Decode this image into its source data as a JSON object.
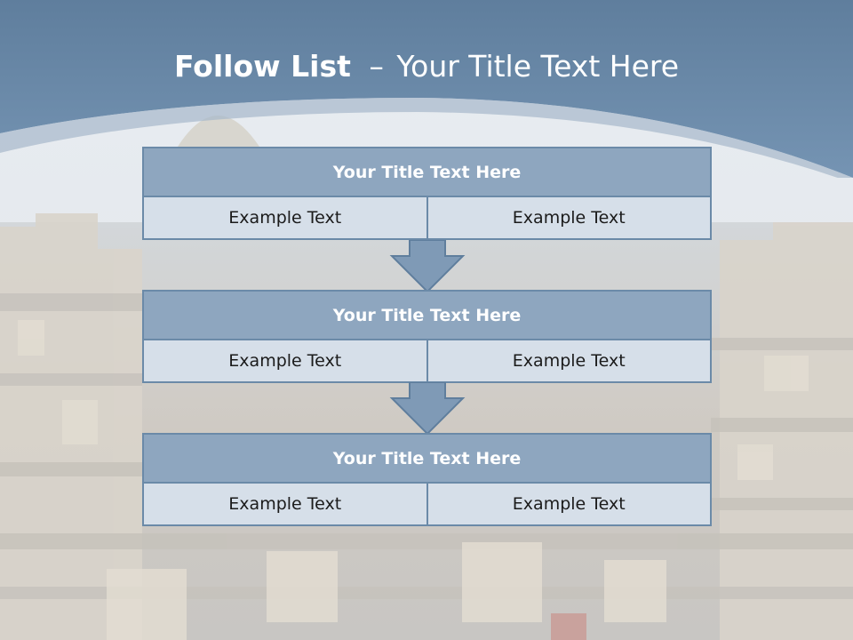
{
  "slide": {
    "title_bold": "Follow List",
    "title_sep": "–",
    "title_rest": "Your Title Text Here"
  },
  "blocks": [
    {
      "title": "Your Title Text Here",
      "left": "Example Text",
      "right": "Example Text"
    },
    {
      "title": "Your Title Text Here",
      "left": "Example Text",
      "right": "Example Text"
    },
    {
      "title": "Your Title Text Here",
      "left": "Example Text",
      "right": "Example Text"
    }
  ],
  "colors": {
    "header_blue": "#6d8cab",
    "block_title_fill": "#8ea6bf",
    "cell_fill": "#d6dfe9",
    "border": "#6b8aa8",
    "arrow_fill": "#7f9ab6"
  }
}
